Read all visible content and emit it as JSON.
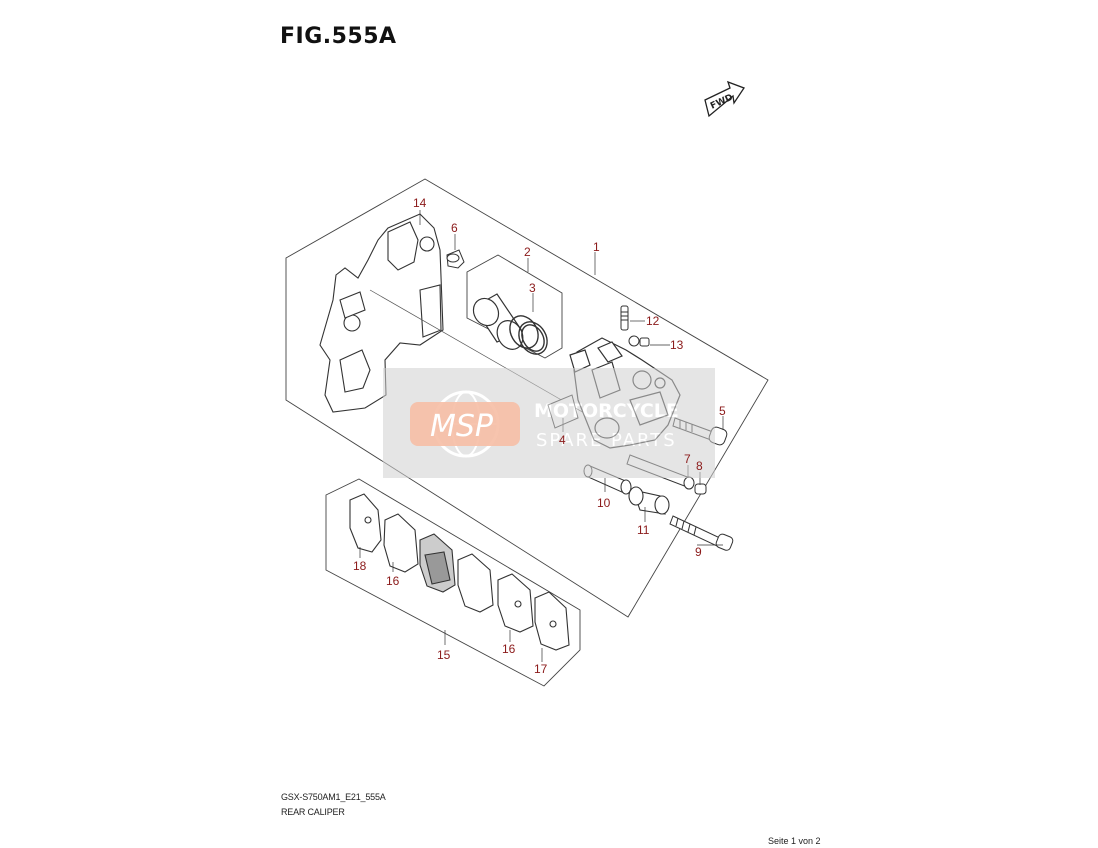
{
  "header": {
    "title": "FIG.555A"
  },
  "fwd_arrow": {
    "label": "FWD",
    "icon": "fwd-arrow-icon"
  },
  "callouts": [
    {
      "id": "c1",
      "label": "1"
    },
    {
      "id": "c2",
      "label": "2"
    },
    {
      "id": "c3",
      "label": "3"
    },
    {
      "id": "c4",
      "label": "4"
    },
    {
      "id": "c5",
      "label": "5"
    },
    {
      "id": "c6",
      "label": "6"
    },
    {
      "id": "c7",
      "label": "7"
    },
    {
      "id": "c8",
      "label": "8"
    },
    {
      "id": "c9",
      "label": "9"
    },
    {
      "id": "c10",
      "label": "10"
    },
    {
      "id": "c11",
      "label": "11"
    },
    {
      "id": "c12",
      "label": "12"
    },
    {
      "id": "c13",
      "label": "13"
    },
    {
      "id": "c14",
      "label": "14"
    },
    {
      "id": "c15",
      "label": "15"
    },
    {
      "id": "c16a",
      "label": "16"
    },
    {
      "id": "c16b",
      "label": "16"
    },
    {
      "id": "c17",
      "label": "17"
    },
    {
      "id": "c18",
      "label": "18"
    }
  ],
  "watermark": {
    "logo": "MSP",
    "line1": "MOTORCYCLE",
    "line2": "SPARE PARTS",
    "color": "#f08a5d"
  },
  "footer": {
    "code": "GSX-S750AM1_E21_555A",
    "name": "REAR CALIPER",
    "page": "Seite 1 von 2"
  },
  "colors": {
    "callout": "#8b1a1a",
    "line": "#333333"
  }
}
